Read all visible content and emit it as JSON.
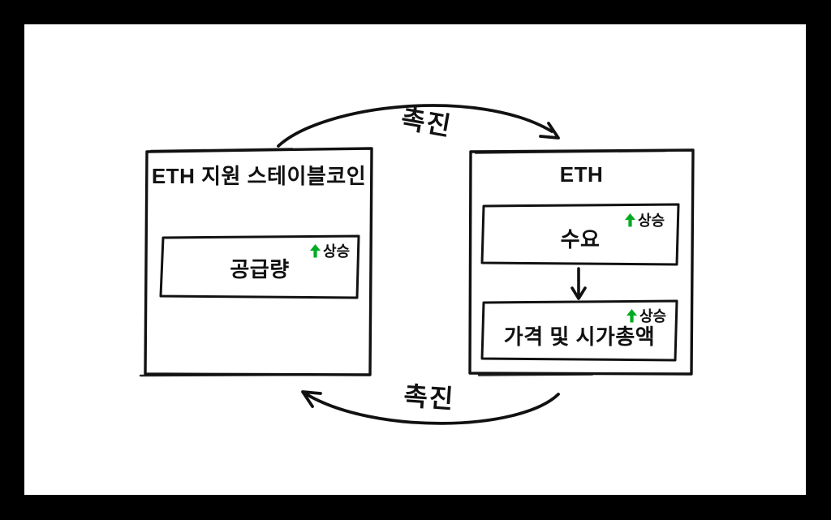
{
  "diagram": {
    "left_box": {
      "title": "ETH 지원 스테이블코인",
      "supply_box": {
        "label": "공급량",
        "badge": "상승"
      }
    },
    "right_box": {
      "title": "ETH",
      "demand_box": {
        "label": "수요",
        "badge": "상승"
      },
      "price_box": {
        "label": "가격 및 시가총액",
        "badge": "상승"
      }
    },
    "top_arrow_label": "촉진",
    "bottom_arrow_label": "촉진",
    "colors": {
      "rise_green": "#00ab21",
      "ink": "#111111",
      "background": "#000000",
      "paper": "#ffffff"
    }
  }
}
